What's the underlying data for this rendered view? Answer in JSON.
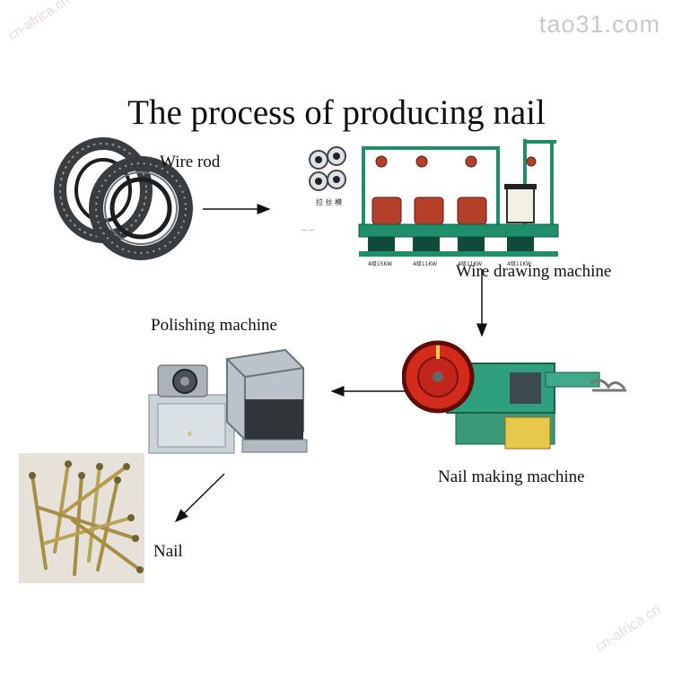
{
  "watermarks": {
    "top_left": "cn-africa.cn",
    "top_right": "tao31.com",
    "bottom_right": "cn-africa.cn"
  },
  "title": "The process of producing nail",
  "steps": {
    "wire_rod": "Wire rod",
    "wire_drawing": "Wire drawing machine",
    "nail_making": "Nail making machine",
    "polishing": "Polishing machine",
    "nail": "Nail"
  },
  "machine_labels": {
    "die_caption": "拉 丝 模",
    "motor_1": "4级15KW",
    "motor_2": "4级11KW",
    "motor_3": "4级11KW",
    "motor_4": "4级11KW"
  },
  "colors": {
    "frame_green": "#1e8f6a",
    "drum_red": "#b5402a",
    "wheel_red": "#d42a1c",
    "machine_grey": "#b9c3c9"
  }
}
